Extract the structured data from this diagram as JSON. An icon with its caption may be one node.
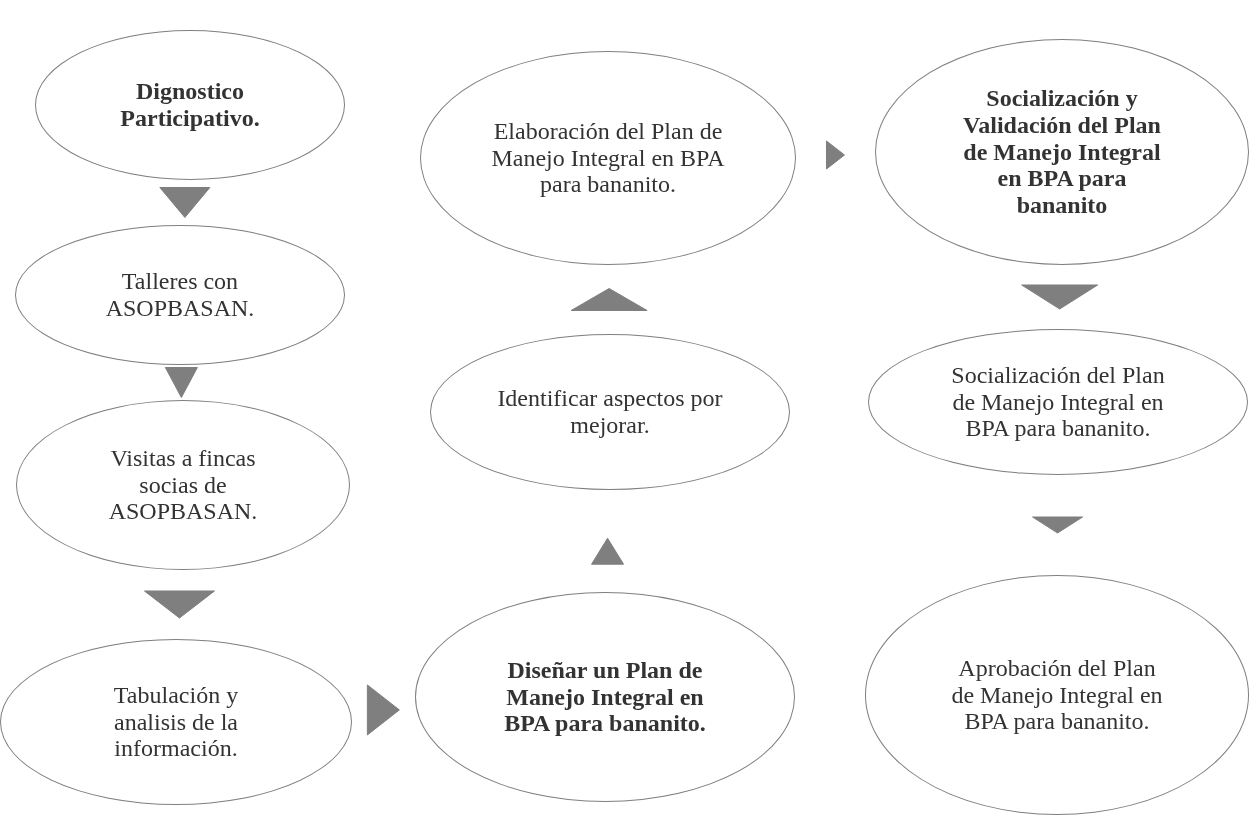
{
  "diagram": {
    "nodes": [
      {
        "text": [
          "Dignostico Participativo."
        ]
      },
      {
        "text": [
          "Talleres con ASOPBASAN."
        ]
      },
      {
        "text": [
          "Visitas a fincas socias de ASOPBASAN."
        ]
      },
      {
        "text": [
          "Tabulación y analisis de la información."
        ]
      },
      {
        "text": [
          "Diseñar un Plan de Manejo Integral en BPA para bananito."
        ]
      },
      {
        "text": [
          "Identificar aspectos por mejorar."
        ]
      },
      {
        "text": [
          "Elaboración del Plan de Manejo Integral en BPA para bananito."
        ]
      },
      {
        "text": [
          "Socialización y Validación del Plan de Manejo Integral en BPA para bananito"
        ]
      },
      {
        "text": [
          "Socialización del Plan de Manejo Integral en BPA para bananito."
        ]
      },
      {
        "text": [
          "Aprobación del Plan de Manejo Integral en BPA para bananito."
        ]
      }
    ],
    "edges": [
      {
        "from": 0,
        "to": 1,
        "arrow": "to"
      },
      {
        "from": 1,
        "to": 2,
        "arrow": "to"
      },
      {
        "from": 2,
        "to": 3,
        "arrow": "to"
      },
      {
        "from": 3,
        "to": 4,
        "arrow": "to"
      },
      {
        "from": 4,
        "to": 5,
        "arrow": "to"
      },
      {
        "from": 5,
        "to": 6,
        "arrow": "to"
      },
      {
        "from": 6,
        "to": 7,
        "arrow": "to"
      },
      {
        "from": 7,
        "to": 8,
        "arrow": "to"
      },
      {
        "from": 8,
        "to": 9,
        "arrow": "to"
      }
    ]
  }
}
